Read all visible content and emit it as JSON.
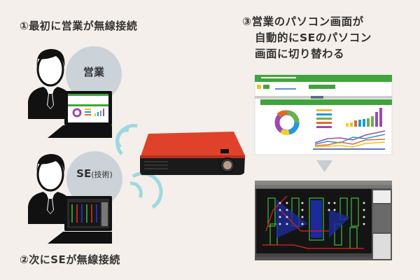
{
  "steps": {
    "step1": "①最初に営業が無線接続",
    "step2": "②次にSEが無線接続",
    "step3_lines": [
      "③営業のパソコン画面が",
      "自動的にSEのパソコン",
      "画面に切り替わる"
    ]
  },
  "people": {
    "sales_label": "営業",
    "se_label": "SE",
    "se_sub": "(技術)"
  },
  "colors": {
    "background": "#f4efea",
    "bubble": "#cbd3d8",
    "wifi": "#9fd8e0",
    "projector": "#e0412b",
    "excel_green": "#3fa53a",
    "arrow": "#c5ced4"
  }
}
